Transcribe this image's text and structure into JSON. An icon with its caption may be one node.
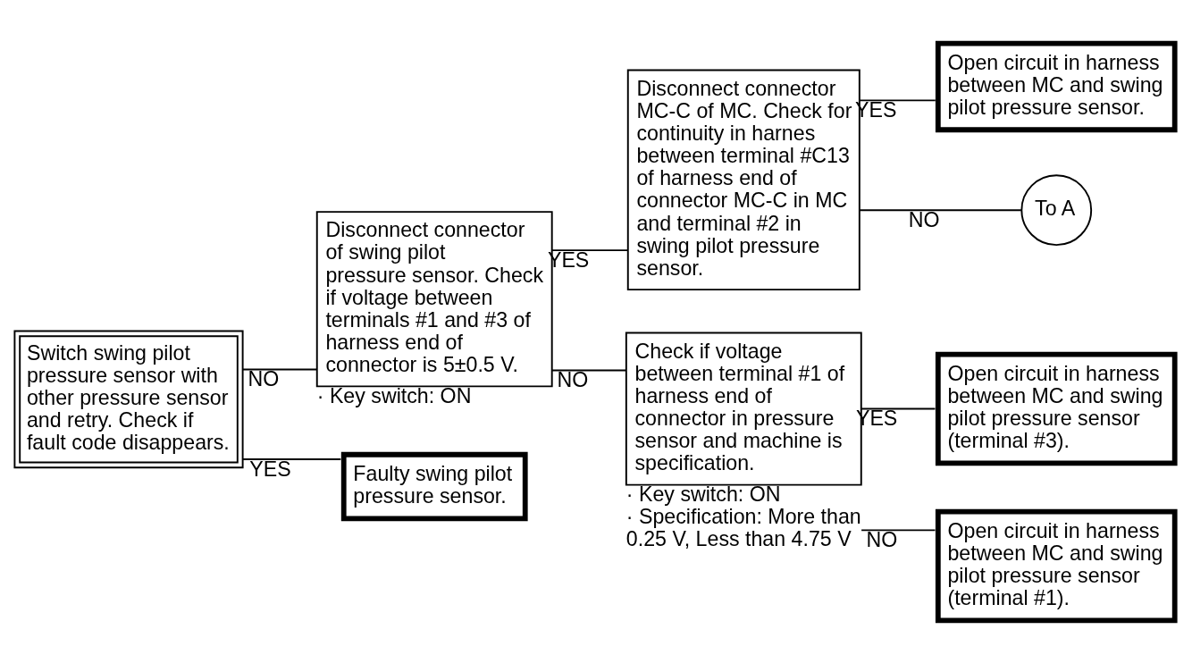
{
  "diagram": {
    "nodes": [
      {
        "text": [
          "Switch swing pilot pressure sensor with other pressure sensor and retry. Check if fault code disappears."
        ]
      },
      {
        "text": [
          "Disconnect connector of swing pilot pressure sensor. Check if voltage between terminals #1 and #3 of harness end of connector is 5±0.5 V."
        ],
        "beside": [
          "· Key switch: ON"
        ]
      },
      {
        "text": [
          "Disconnect connector MC-C of MC. Check for continuity in harnes between terminal #C13 of harness end of connector MC-C in MC and terminal #2 in swing pilot pressure sensor."
        ]
      },
      {
        "text": [
          "Open circuit in harness between MC and swing pilot pressure sensor."
        ]
      },
      {
        "text": [
          "To A"
        ]
      },
      {
        "text": [
          "Check if voltage between terminal #1 of harness end of connector in pressure sensor and machine is specification."
        ],
        "beside": [
          "· Key switch: ON",
          "· Specification: More than 0.25 V, Less than 4.75 V"
        ]
      },
      {
        "text": [
          "Open circuit in harness between MC and swing pilot pressure sensor (terminal #3)."
        ]
      },
      {
        "text": [
          "Open circuit in harness between MC and swing pilot pressure sensor (terminal #1)."
        ]
      },
      {
        "text": [
          "Faulty swing pilot pressure sensor."
        ]
      }
    ],
    "edges": [
      {
        "from": 0,
        "to": 1,
        "arrow": "none",
        "label": "NO"
      },
      {
        "from": 0,
        "to": 8,
        "arrow": "none",
        "label": "YES"
      },
      {
        "from": 1,
        "to": 2,
        "arrow": "none",
        "label": "YES"
      },
      {
        "from": 1,
        "to": 5,
        "arrow": "none",
        "label": "NO"
      },
      {
        "from": 2,
        "to": 3,
        "arrow": "none",
        "label": "YES"
      },
      {
        "from": 2,
        "to": 4,
        "arrow": "none",
        "label": "NO"
      },
      {
        "from": 5,
        "to": 6,
        "arrow": "none",
        "label": "YES"
      },
      {
        "from": 5,
        "to": 7,
        "arrow": "none",
        "label": "NO"
      }
    ]
  }
}
